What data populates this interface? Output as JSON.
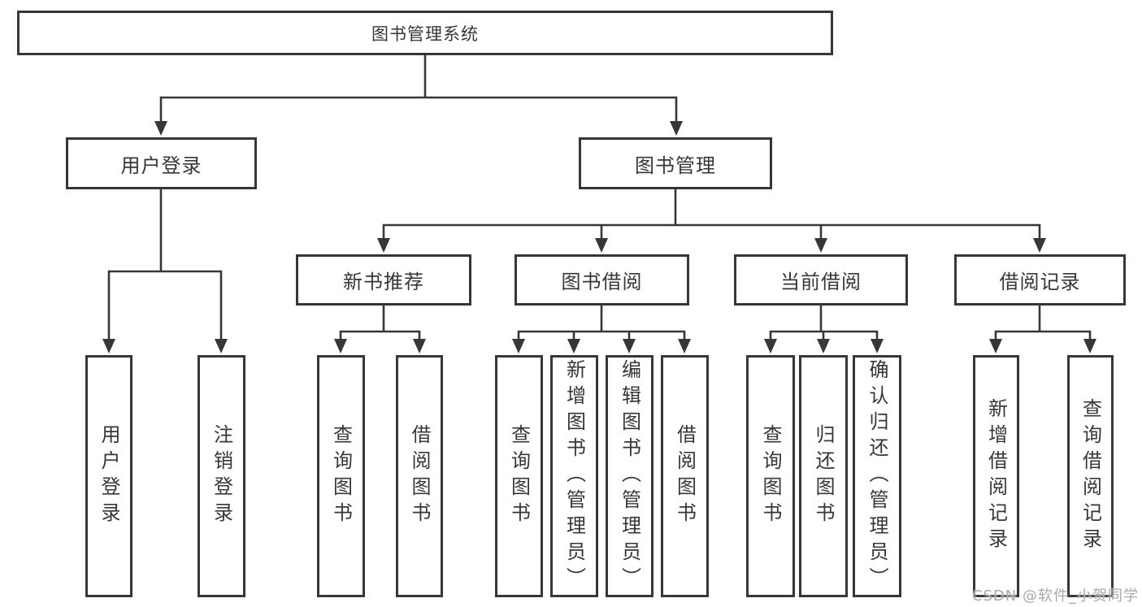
{
  "colors": {
    "line": "#373737",
    "text": "#373737",
    "box_fill": "#ffffff",
    "background": "#ffffff",
    "watermark": "#a8a8a8"
  },
  "watermark": {
    "text": "CSDN @软件_小贺同学"
  },
  "tree": {
    "label": "图书管理系统",
    "children": [
      {
        "label": "用户登录",
        "children": [
          {
            "label": "用户登录"
          },
          {
            "label": "注销登录"
          }
        ]
      },
      {
        "label": "图书管理",
        "children": [
          {
            "label": "新书推荐",
            "children": [
              {
                "label": "查询图书"
              },
              {
                "label": "借阅图书"
              }
            ]
          },
          {
            "label": "图书借阅",
            "children": [
              {
                "label": "查询图书"
              },
              {
                "label": "新增图书（管理员）"
              },
              {
                "label": "编辑图书（管理员）"
              },
              {
                "label": "借阅图书"
              }
            ]
          },
          {
            "label": "当前借阅",
            "children": [
              {
                "label": "查询图书"
              },
              {
                "label": "归还图书"
              },
              {
                "label": "确认归还（管理员）"
              }
            ]
          },
          {
            "label": "借阅记录",
            "children": [
              {
                "label": "新增借阅记录"
              },
              {
                "label": "查询借阅记录"
              }
            ]
          }
        ]
      }
    ]
  }
}
